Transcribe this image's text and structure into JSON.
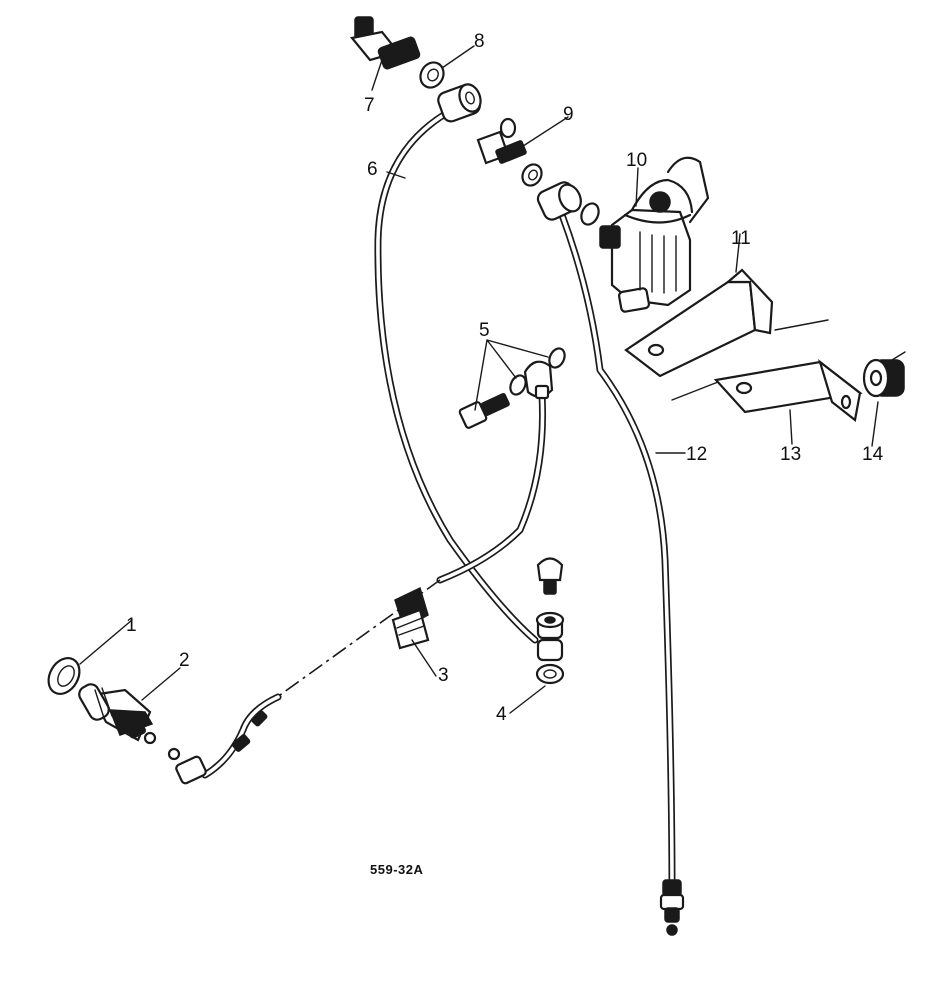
{
  "figure": {
    "code": "559-32A"
  },
  "callouts": [
    {
      "id": "1",
      "label": "1"
    },
    {
      "id": "2",
      "label": "2"
    },
    {
      "id": "3",
      "label": "3"
    },
    {
      "id": "4",
      "label": "4"
    },
    {
      "id": "5",
      "label": "5"
    },
    {
      "id": "6",
      "label": "6"
    },
    {
      "id": "7",
      "label": "7"
    },
    {
      "id": "8",
      "label": "8"
    },
    {
      "id": "9",
      "label": "9"
    },
    {
      "id": "10",
      "label": "10"
    },
    {
      "id": "11",
      "label": "11"
    },
    {
      "id": "12",
      "label": "12"
    },
    {
      "id": "13",
      "label": "13"
    },
    {
      "id": "14",
      "label": "14"
    }
  ],
  "colors": {
    "ink": "#1a1a1a",
    "background": "#ffffff"
  }
}
